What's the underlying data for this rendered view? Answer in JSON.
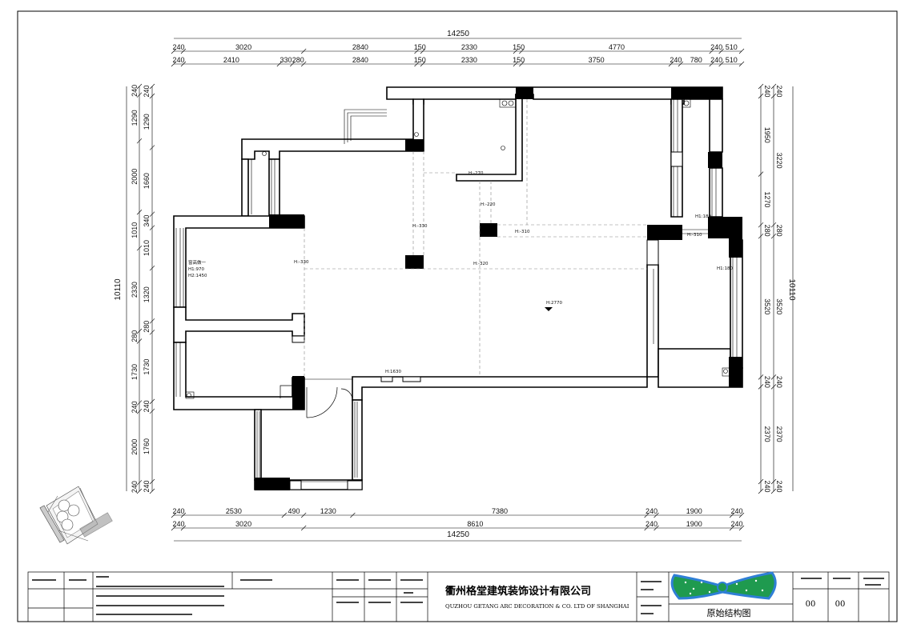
{
  "plan": {
    "total_top": "14250",
    "total_bottom": "14250",
    "total_left": "10110",
    "total_right": "10110",
    "top_row1": [
      "240",
      "3020",
      "2840",
      "150",
      "2330",
      "150",
      "4770",
      "240",
      "510"
    ],
    "top_row2": [
      "240",
      "2410",
      "330",
      "280",
      "2840",
      "150",
      "2330",
      "150",
      "3750",
      "240",
      "780",
      "240",
      "510"
    ],
    "bottom_row1": [
      "240",
      "2530",
      "490",
      "1230",
      "7380",
      "240",
      "1900",
      "240"
    ],
    "bottom_row2": [
      "240",
      "3020",
      "8610",
      "240",
      "1900",
      "240"
    ],
    "left_outer": [
      "240",
      "1290",
      "2000",
      "1010",
      "2330",
      "280",
      "1730",
      "240",
      "2000",
      "240"
    ],
    "left_inner": [
      "240",
      "1290",
      "1660",
      "340",
      "1010",
      "1320",
      "280",
      "1730",
      "240",
      "1760",
      "240"
    ],
    "right_outer": [
      "240",
      "1950",
      "1270",
      "280",
      "3520",
      "240",
      "2370",
      "240"
    ],
    "right_inner": [
      "240",
      "3220",
      "280",
      "3520",
      "240",
      "2370",
      "240"
    ],
    "room_labels": {
      "window_label": "窗高做一",
      "window_h1": "H1:970",
      "window_h2": "H2:1450",
      "floor_height": "H:2770",
      "beams": [
        "H:-270",
        "H:-220",
        "H:-330",
        "H:-310",
        "H:-330",
        "H:-320",
        "H:1630",
        "H1:180",
        "H:-310",
        "H1:180"
      ]
    }
  },
  "title_block": {
    "company_cn": "衢州格堂建筑装饰设计有限公司",
    "company_en": "QUZHOU GETANG ARC DECORATION  &   CO. LTD OF SHANGHAI",
    "drawing_title": "原始结构图",
    "sheet_no": "00",
    "revision": "00"
  },
  "colors": {
    "wall": "#000000",
    "line": "#111111",
    "bow_green": "#1f9a4f",
    "bow_blue": "#2f7fd6"
  }
}
